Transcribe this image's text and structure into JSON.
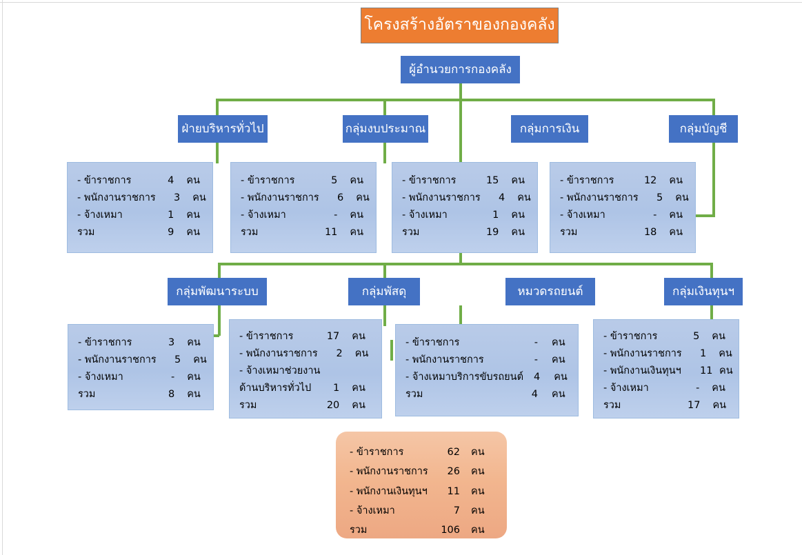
{
  "colors": {
    "title_fill": "#ed7d31",
    "header_fill": "#4472c4",
    "data_fill": "#b4c7e7",
    "connector": "#70ad47",
    "summary_fill": "#f2b68f"
  },
  "title": "โครงสร้างอัตราของกองคลัง",
  "root": {
    "label": "ผู้อำนวยการกองคลัง"
  },
  "unit_word": "คน",
  "row1": [
    {
      "header": "ฝ่ายบริหารทั่วไป",
      "lines": [
        {
          "label": "- ข้าราชการ",
          "value": "4",
          "unit": "คน"
        },
        {
          "label": "- พนักงานราชการ",
          "value": "3",
          "unit": "คน"
        },
        {
          "label": "- จ้างเหมา",
          "value": "1",
          "unit": "คน"
        },
        {
          "label": "รวม",
          "value": "9",
          "unit": "คน"
        }
      ]
    },
    {
      "header": "กลุ่มงบประมาณ",
      "lines": [
        {
          "label": "- ข้าราชการ",
          "value": "5",
          "unit": "คน"
        },
        {
          "label": "- พนักงานราชการ",
          "value": "6",
          "unit": "คน"
        },
        {
          "label": "- จ้างเหมา",
          "value": "-",
          "unit": "คน"
        },
        {
          "label": "รวม",
          "value": "11",
          "unit": "คน"
        }
      ]
    },
    {
      "header": "กลุ่มการเงิน",
      "lines": [
        {
          "label": "- ข้าราชการ",
          "value": "15",
          "unit": "คน"
        },
        {
          "label": "- พนักงานราชการ",
          "value": "4",
          "unit": "คน"
        },
        {
          "label": "- จ้างเหมา",
          "value": "1",
          "unit": "คน"
        },
        {
          "label": "รวม",
          "value": "19",
          "unit": "คน"
        }
      ]
    },
    {
      "header": "กลุ่มบัญชี",
      "lines": [
        {
          "label": "- ข้าราชการ",
          "value": "12",
          "unit": "คน"
        },
        {
          "label": "- พนักงานราชการ",
          "value": "5",
          "unit": "คน"
        },
        {
          "label": "- จ้างเหมา",
          "value": "-",
          "unit": "คน"
        },
        {
          "label": "รวม",
          "value": "18",
          "unit": "คน"
        }
      ]
    }
  ],
  "row2": [
    {
      "header": "กลุ่มพัฒนาระบบ",
      "lines": [
        {
          "label": "- ข้าราชการ",
          "value": "3",
          "unit": "คน"
        },
        {
          "label": "- พนักงานราชการ",
          "value": "5",
          "unit": "คน"
        },
        {
          "label": "- จ้างเหมา",
          "value": "-",
          "unit": "คน"
        },
        {
          "label": "รวม",
          "value": "8",
          "unit": "คน"
        }
      ]
    },
    {
      "header": "กลุ่มพัสดุ",
      "lines": [
        {
          "label": "- ข้าราชการ",
          "value": "17",
          "unit": "คน"
        },
        {
          "label": "- พนักงานราชการ",
          "value": "2",
          "unit": "คน"
        },
        {
          "label": "- จ้างเหมาช่วยงาน",
          "value": "",
          "unit": ""
        },
        {
          "label": "ด้านบริหารทั่วไป",
          "value": "1",
          "unit": "คน"
        },
        {
          "label": "รวม",
          "value": "20",
          "unit": "คน"
        }
      ]
    },
    {
      "header": "หมวดรถยนต์",
      "lines": [
        {
          "label": "- ข้าราชการ",
          "value": "-",
          "unit": "คน"
        },
        {
          "label": "- พนักงานราชการ",
          "value": "-",
          "unit": "คน"
        },
        {
          "label": "- จ้างเหมาบริการขับรถยนต์",
          "value": "4",
          "unit": "คน"
        },
        {
          "label": "รวม",
          "value": "4",
          "unit": "คน"
        }
      ]
    },
    {
      "header": "กลุ่มเงินทุนฯ",
      "lines": [
        {
          "label": "- ข้าราชการ",
          "value": "5",
          "unit": "คน"
        },
        {
          "label": "- พนักงานราชการ",
          "value": "1",
          "unit": "คน"
        },
        {
          "label": "- พนักงานเงินทุนฯ",
          "value": "11",
          "unit": "คน"
        },
        {
          "label": "- จ้างเหมา",
          "value": "-",
          "unit": "คน"
        },
        {
          "label": "รวม",
          "value": "17",
          "unit": "คน"
        }
      ]
    }
  ],
  "summary": {
    "lines": [
      {
        "label": "- ข้าราชการ",
        "value": "62",
        "unit": "คน"
      },
      {
        "label": "- พนักงานราชการ",
        "value": "26",
        "unit": "คน"
      },
      {
        "label": "- พนักงานเงินทุนฯ",
        "value": "11",
        "unit": "คน"
      },
      {
        "label": "- จ้างเหมา",
        "value": "7",
        "unit": "คน"
      },
      {
        "label": "รวม",
        "value": "106",
        "unit": "คน"
      }
    ]
  }
}
